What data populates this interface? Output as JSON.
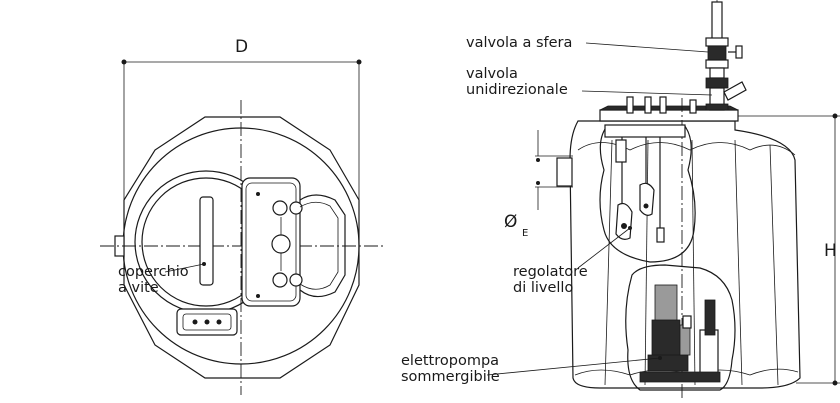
{
  "labels": {
    "dim_d": "D",
    "dim_h": "H",
    "dim_e_symbol": "Ø",
    "dim_e_sub": "E",
    "screw_lid": [
      "coperchio",
      "a vite"
    ],
    "ball_valve": "valvola a sfera",
    "check_valve": [
      "valvola",
      "unidirezionale"
    ],
    "level_regulator": [
      "regolatore",
      "di livello"
    ],
    "submersible_pump": [
      "elettropompa",
      "sommergibile"
    ]
  }
}
